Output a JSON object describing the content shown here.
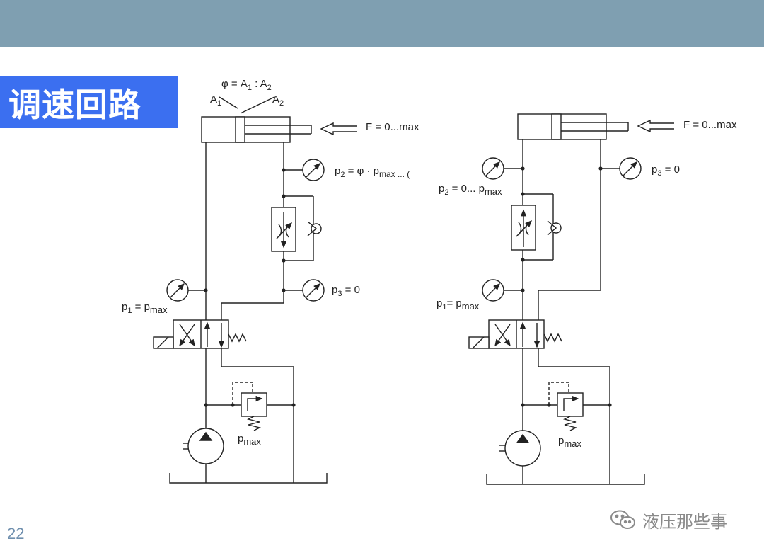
{
  "colors": {
    "top_bar": "#7f9fb1",
    "title_bg": "#3b6ff0",
    "line": "#222222"
  },
  "title": "调速回路",
  "page_number": "22",
  "watermark": {
    "text": "液压那些事",
    "icon": "wechat-icon"
  },
  "left_circuit": {
    "phi_formula": "φ = A",
    "phi_sub1": "1",
    "phi_colon": " : A",
    "phi_sub2": "2",
    "a1_label": "A",
    "a1_sub": "1",
    "a2_label": "A",
    "a2_sub": "2",
    "force": "F = 0...max",
    "p2_label": "p",
    "p2_sub": "2",
    "p2_value": " = φ ·  p",
    "p2_value_sub": "max ... (",
    "p3_label": "p",
    "p3_sub": "3",
    "p3_value": " = 0",
    "p1_label": "p",
    "p1_sub": "1",
    "p1_value": " = p",
    "p1_value_sub": "max",
    "pmax_label": "p",
    "pmax_sub": "max"
  },
  "right_circuit": {
    "force": "F = 0...max",
    "p3_label": "p",
    "p3_sub": "3",
    "p3_value": " = 0",
    "p2_label": "p",
    "p2_sub": "2",
    "p2_value": " = 0...  p",
    "p2_value_sub": "max",
    "p1_label": "p",
    "p1_sub": "1",
    "p1_value": "= p",
    "p1_value_sub": "max",
    "pmax_label": "p",
    "pmax_sub": "max"
  }
}
